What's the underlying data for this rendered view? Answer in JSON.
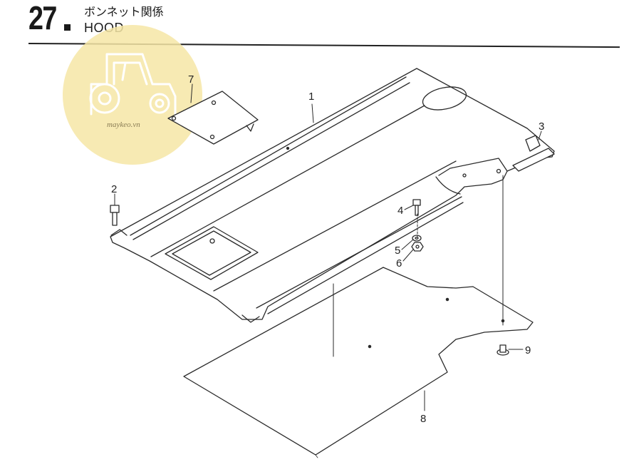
{
  "header": {
    "section_number": "27",
    "title_jp": "ボンネット関係",
    "title_en": "HOOD"
  },
  "watermark": {
    "text": "maykeo.vn",
    "icon": "tractor-logo",
    "color": "#f5e3a0"
  },
  "callouts": [
    {
      "id": "1",
      "label": "1"
    },
    {
      "id": "2",
      "label": "2"
    },
    {
      "id": "3",
      "label": "3"
    },
    {
      "id": "4",
      "label": "4"
    },
    {
      "id": "5",
      "label": "5"
    },
    {
      "id": "6",
      "label": "6"
    },
    {
      "id": "7",
      "label": "7"
    },
    {
      "id": "8",
      "label": "8"
    },
    {
      "id": "9",
      "label": "9"
    }
  ],
  "colors": {
    "line": "#2a2a2a",
    "paper": "#ffffff"
  }
}
